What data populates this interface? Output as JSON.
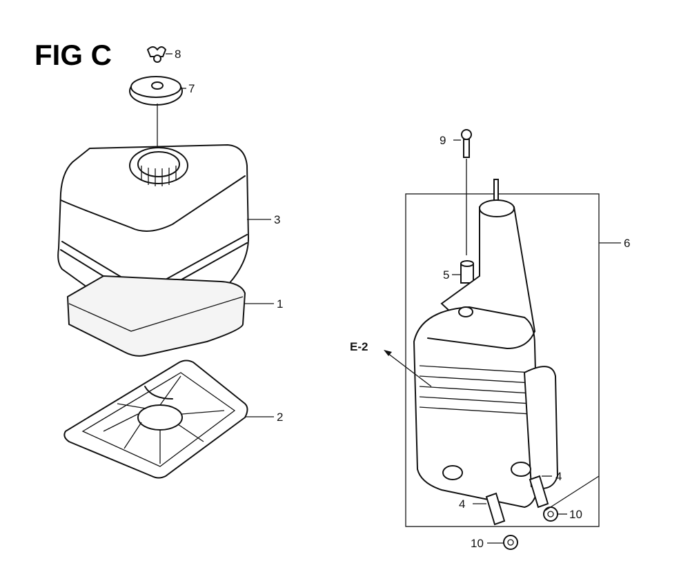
{
  "title": "FIG C",
  "callouts": {
    "p1": "1",
    "p2": "2",
    "p3": "3",
    "p4a": "4",
    "p4b": "4",
    "p5": "5",
    "p6": "6",
    "p7": "7",
    "p8": "8",
    "p9": "9",
    "p10a": "10",
    "p10b": "10",
    "ref": "E-2"
  }
}
